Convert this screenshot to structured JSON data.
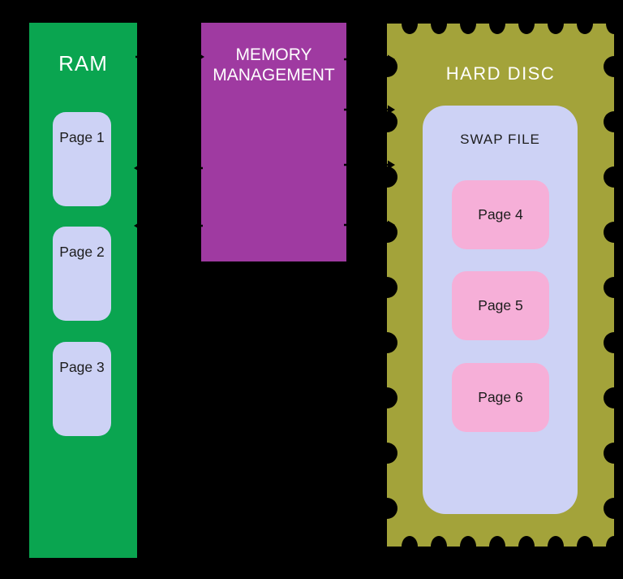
{
  "canvas": {
    "background": "#000000"
  },
  "ram": {
    "title": "RAM",
    "color": "#0AA550",
    "title_color": "#FFFFFF",
    "page_color": "#CDD2F5",
    "page_text_color": "#1D1D1D",
    "pages": [
      {
        "label": "Page 1"
      },
      {
        "label": "Page 2"
      },
      {
        "label": "Page 3"
      }
    ]
  },
  "memory_management": {
    "title": "MEMORY MANAGEMENT",
    "color": "#9F3AA1",
    "title_color": "#FFFFFF"
  },
  "hard_disc": {
    "title": "HARD DISC",
    "color": "#A3A33A",
    "title_color": "#FFFFFF",
    "swap_file": {
      "title": "SWAP FILE",
      "color": "#CDD2F5",
      "title_color": "#1D1D1D",
      "page_color": "#F6AFD8",
      "pages": [
        {
          "label": "Page 4"
        },
        {
          "label": "Page 5"
        },
        {
          "label": "Page 6"
        }
      ]
    }
  },
  "connections": {
    "arrow_color": "#000000",
    "links": [
      {
        "from": "ram",
        "to": "memory-management"
      },
      {
        "from": "memory-management",
        "to": "ram"
      },
      {
        "from": "memory-management",
        "to": "hard-disc-swap-file"
      }
    ]
  }
}
